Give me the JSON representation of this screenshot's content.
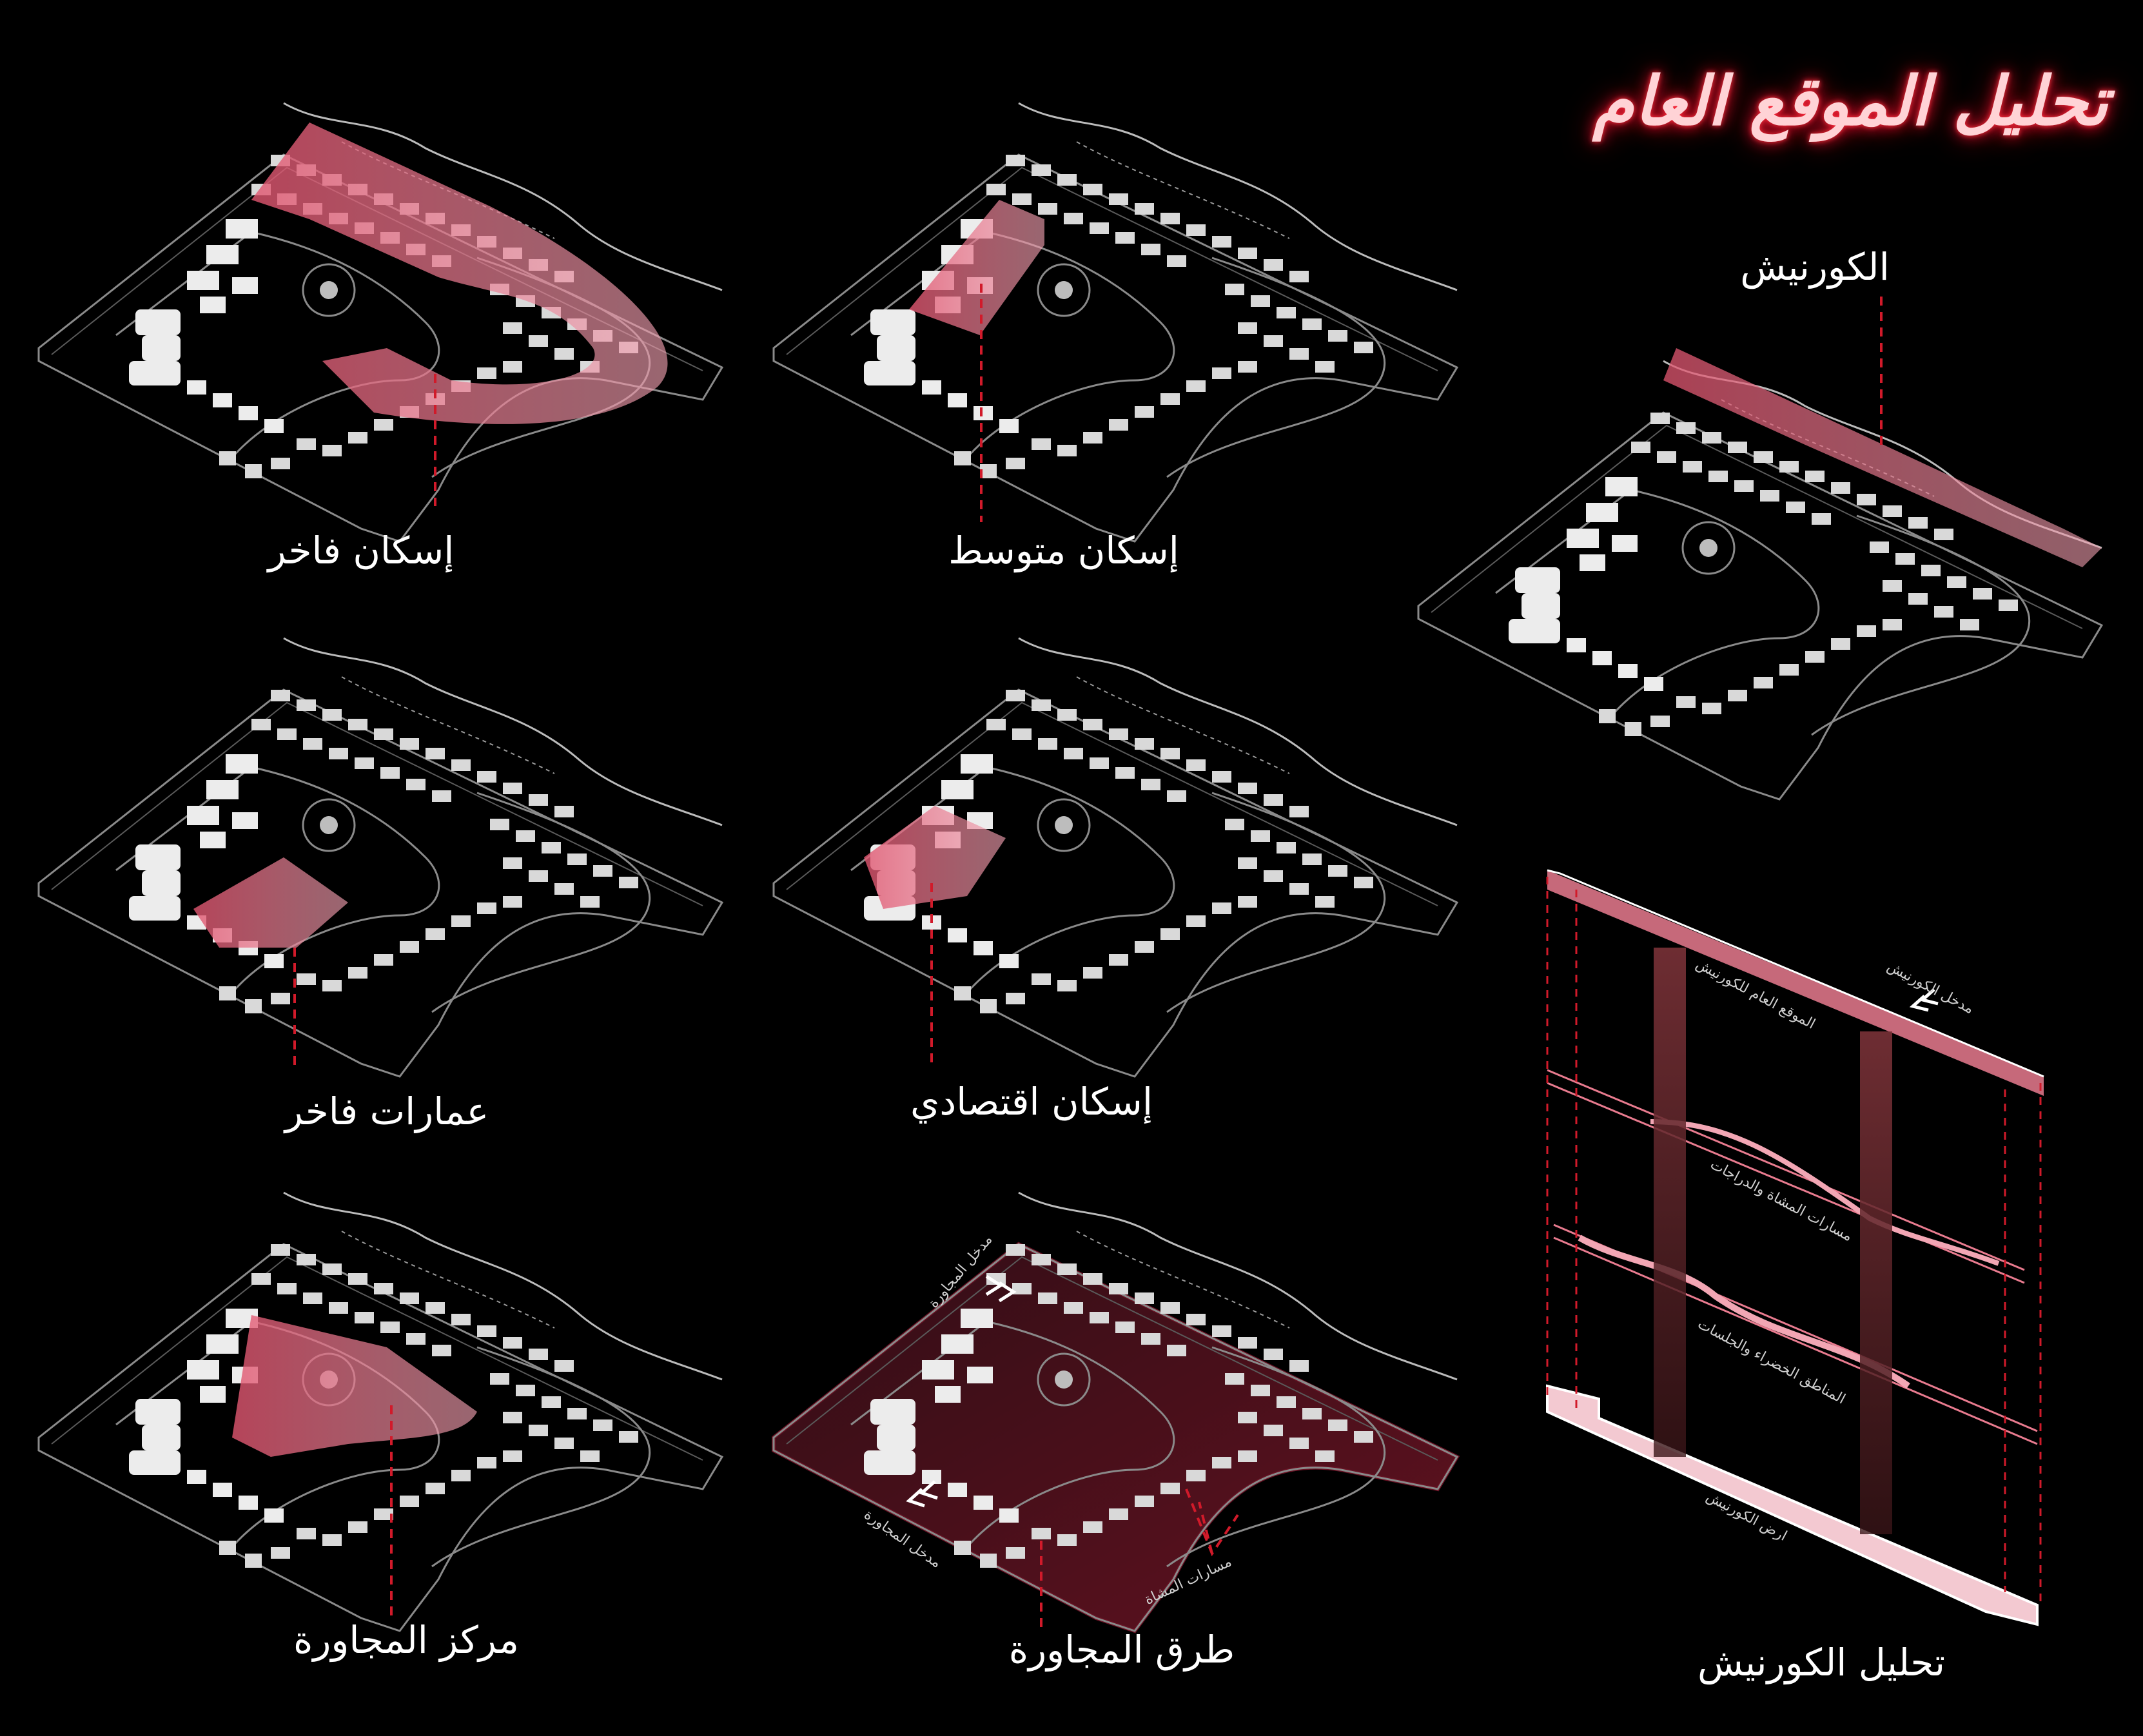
{
  "title": "تحليل الموقع العام",
  "colors": {
    "background": "#000000",
    "highlight": "#e0556f",
    "leader": "#d11a2a",
    "buildings": "#d9d9d9",
    "roads": "#7a7a7a"
  },
  "panels": [
    {
      "id": "luxury-housing",
      "label": "إسكان فاخر"
    },
    {
      "id": "medium-housing",
      "label": "إسكان متوسط"
    },
    {
      "id": "corniche",
      "label": "الكورنيش"
    },
    {
      "id": "luxury-buildings",
      "label": "عمارات فاخر"
    },
    {
      "id": "economic-housing",
      "label": "إسكان اقتصادي"
    },
    {
      "id": "neighborhood-center",
      "label": "مركز المجاورة"
    },
    {
      "id": "neighborhood-roads",
      "label": "طرق المجاورة"
    },
    {
      "id": "corniche-analysis",
      "label": "تحليل الكورنيش"
    }
  ],
  "roads_annotations": {
    "entrance_top": "مدخل المجاورة",
    "entrance_bottom": "مدخل المجاورة",
    "pedestrian_paths": "مسارات المشاة"
  },
  "corniche_layers": {
    "entrance": "مدخل الكورنيش",
    "general_site": "الموقع العام للكورنيش",
    "pedestrian_bike": "مسارات المشاة والدراجات",
    "green_areas": "المناطق الخضراء والجلسات",
    "corniche_land": "ارض الكورنيش"
  }
}
